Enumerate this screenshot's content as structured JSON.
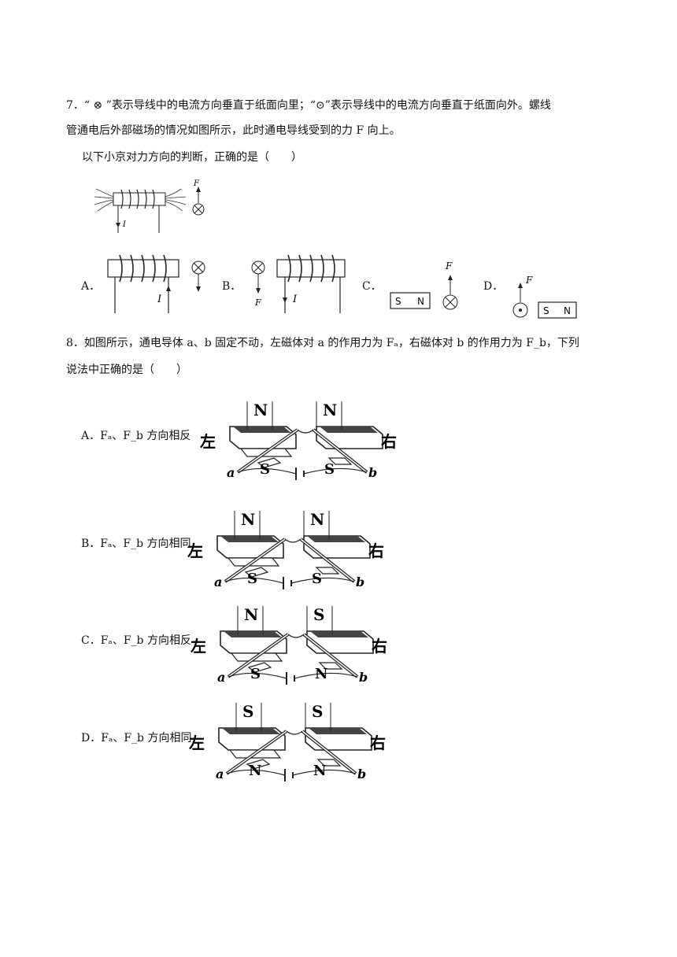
{
  "q7": {
    "line1": "7．“ ⊗ ”表示导线中的电流方向垂直于纸面向里；“⊙”表示导线中的电流方向垂直于纸面向外。螺线",
    "line2": "管通电后外部磁场的情况如图所示，此时通电导线受到的力  F  向上。",
    "line3": "以下小京对力方向的判断，正确的是（　　）",
    "option_labels": [
      "A．",
      "B．",
      "C．",
      "D．"
    ],
    "F": "F",
    "I": "I",
    "S": "S",
    "N": "N"
  },
  "q8": {
    "line1": "8．如图所示，通电导体 a、b 固定不动，左磁体对 a 的作用力为 Fₐ，右磁体对 b 的作用力为 F_b，下列",
    "line2": "说法中正确的是（　　）",
    "options": [
      {
        "label": "A．Fₐ、F_b 方向相反",
        "top_pole_left": "N",
        "top_pole_right": "N",
        "bottom_pole_left": "S",
        "bottom_pole_right": "S"
      },
      {
        "label": "B．Fₐ、F_b 方向相同",
        "top_pole_left": "N",
        "top_pole_right": "N",
        "bottom_pole_left": "S",
        "bottom_pole_right": "S"
      },
      {
        "label": "C．Fₐ、F_b 方向相反",
        "top_pole_left": "N",
        "top_pole_right": "S",
        "bottom_pole_left": "S",
        "bottom_pole_right": "N"
      },
      {
        "label": "D．Fₐ、F_b 方向相同",
        "top_pole_left": "S",
        "top_pole_right": "S",
        "bottom_pole_left": "N",
        "bottom_pole_right": "N"
      }
    ],
    "left": "左",
    "right": "右",
    "a": "a",
    "b": "b"
  }
}
